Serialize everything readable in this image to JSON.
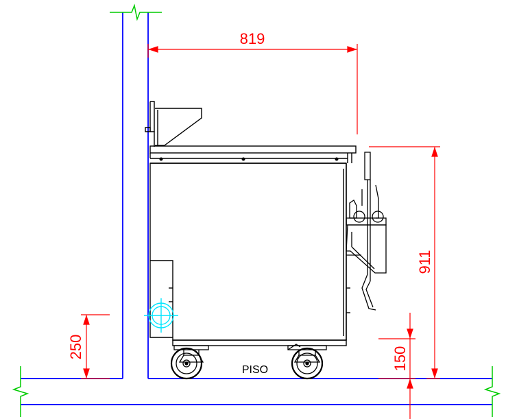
{
  "dimensions": {
    "depth": "819",
    "height": "911",
    "wall_height": "250",
    "floor_clearance": "150"
  },
  "labels": {
    "floor": "PISO"
  },
  "colors": {
    "wall": "#1a1aff",
    "dimension": "#ff0000",
    "break_symbol": "#00cc00",
    "gas_symbol": "#00e5ff",
    "equipment": "#000000"
  }
}
